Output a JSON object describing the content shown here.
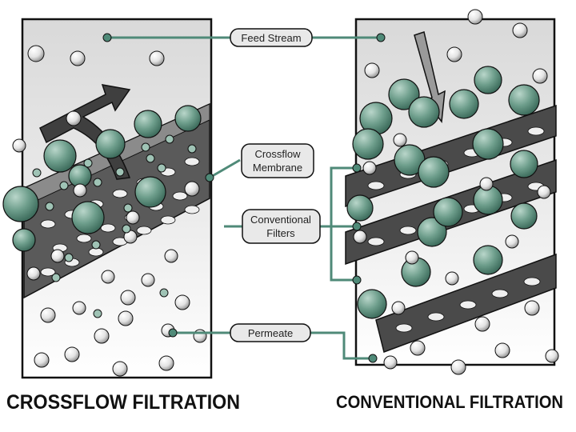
{
  "colors": {
    "particle_large": "#6e9e8c",
    "particle_small": "#e6e6e6",
    "membrane": "#4a4a4a",
    "outline": "#111111",
    "connector": "#4f8a78",
    "label_bg": "#e9e9e9"
  },
  "labels": {
    "feed_stream": "Feed Stream",
    "crossflow_membrane": [
      "Crossflow",
      "Membrane"
    ],
    "conventional_filters": [
      "Conventional",
      "Filters"
    ],
    "permeate": "Permeate"
  },
  "titles": {
    "left": "CROSSFLOW FILTRATION",
    "right": "CONVENTIONAL FILTRATION"
  }
}
